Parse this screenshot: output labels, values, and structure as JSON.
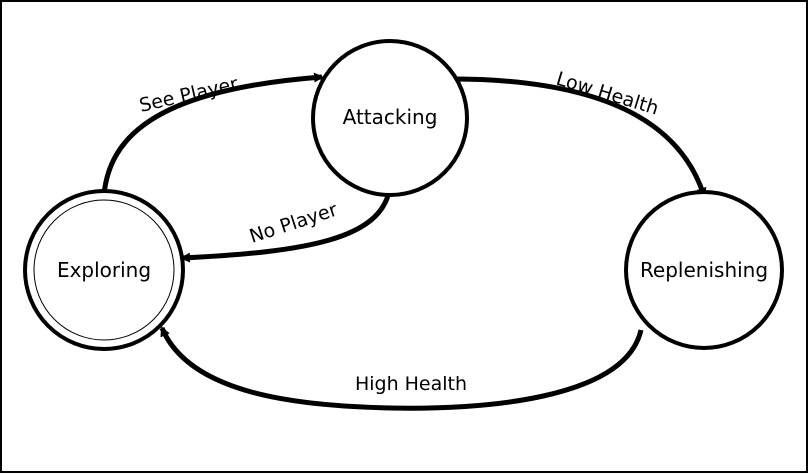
{
  "diagram": {
    "type": "state-machine",
    "colors": {
      "stroke": "#000000",
      "background": "#ffffff"
    },
    "states": [
      {
        "id": "exploring",
        "label": "Exploring",
        "initial": true
      },
      {
        "id": "attacking",
        "label": "Attacking"
      },
      {
        "id": "replenishing",
        "label": "Replenishing"
      }
    ],
    "transitions": [
      {
        "from": "exploring",
        "to": "attacking",
        "label": "See Player"
      },
      {
        "from": "attacking",
        "to": "exploring",
        "label": "No Player"
      },
      {
        "from": "attacking",
        "to": "replenishing",
        "label": "Low Health"
      },
      {
        "from": "replenishing",
        "to": "exploring",
        "label": "High Health"
      }
    ]
  }
}
